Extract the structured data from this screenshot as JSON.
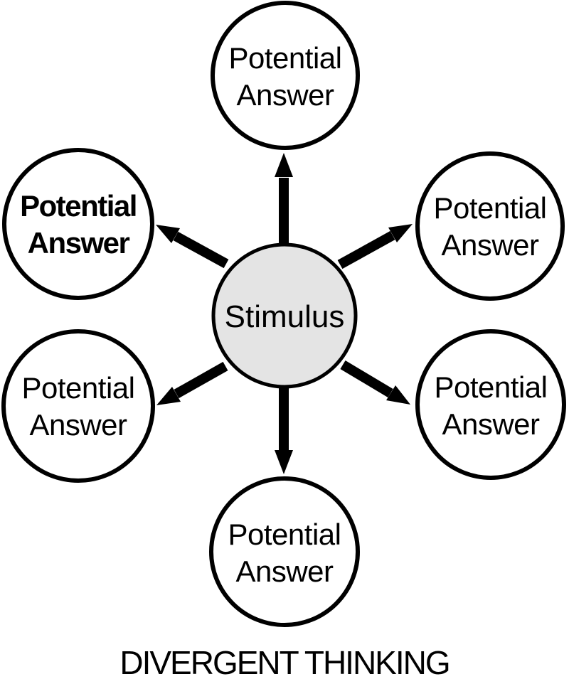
{
  "diagram": {
    "caption": "DIVERGENT THINKING",
    "center_node": {
      "label": "Stimulus"
    },
    "nodes": {
      "top": {
        "line1": "Potential",
        "line2": "Answer"
      },
      "upper_left": {
        "line1": "Potential",
        "line2": "Answer"
      },
      "upper_right": {
        "line1": "Potential",
        "line2": "Answer"
      },
      "lower_left": {
        "line1": "Potential",
        "line2": "Answer"
      },
      "lower_right": {
        "line1": "Potential",
        "line2": "Answer"
      },
      "bottom": {
        "line1": "Potential",
        "line2": "Answer"
      }
    },
    "colors": {
      "line": "#000000",
      "text": "#000000",
      "center_fill": "#e4e4e4",
      "node_fill": "#ffffff",
      "background": "#ffffff"
    }
  }
}
